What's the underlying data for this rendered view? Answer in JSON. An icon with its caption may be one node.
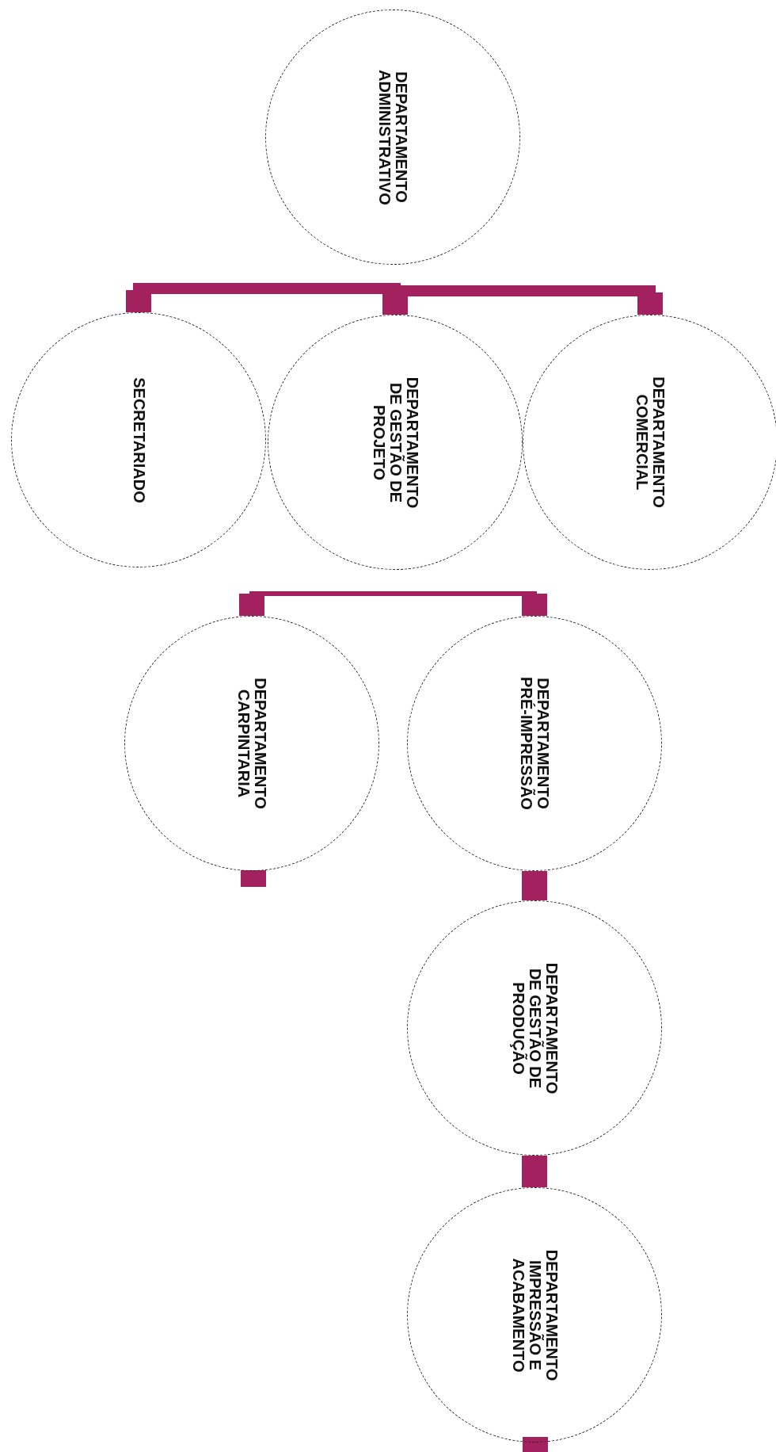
{
  "diagram": {
    "nodes": [
      {
        "text": [
          "DEPARTAMENTO ADMINISTRATIVO"
        ]
      },
      {
        "text": [
          "SECRETARIADO"
        ]
      },
      {
        "text": [
          "DEPARTAMENTO DE GESTÃO DE PROJETO"
        ]
      },
      {
        "text": [
          "DEPARTAMENTO COMERCIAL"
        ]
      },
      {
        "text": [
          "DEPARTAMENTO CARPINTARIA"
        ]
      },
      {
        "text": [
          "DEPARTAMENTO PRÉ-IMPRESSÃO"
        ]
      },
      {
        "text": [
          "DEPARTAMENTO DE GESTÃO DE PRODUÇÃO"
        ]
      },
      {
        "text": [
          "DEPARTAMENTO IMPRESSÃO E ACABAMENTO"
        ]
      }
    ],
    "edges": [
      {
        "from": 1,
        "to": 2,
        "arrow": "other"
      },
      {
        "from": 2,
        "to": 3,
        "arrow": "other"
      },
      {
        "from": 4,
        "to": 5,
        "arrow": "other"
      },
      {
        "from": 5,
        "to": 6,
        "arrow": "none",
        "style": "thick"
      },
      {
        "from": 6,
        "to": 7,
        "arrow": "none",
        "style": "thick"
      }
    ]
  }
}
